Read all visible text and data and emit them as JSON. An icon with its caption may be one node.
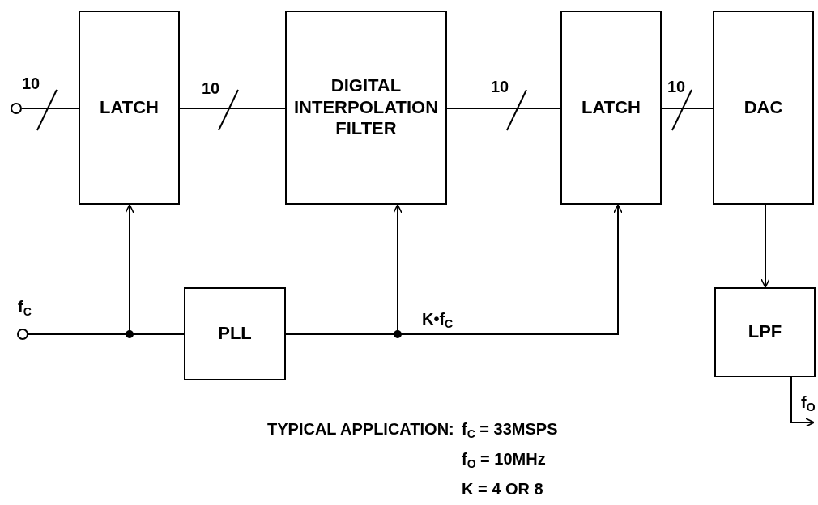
{
  "diagram": {
    "nodes": [
      {
        "text": [],
        "shape": "circle"
      },
      {
        "text": [
          "LATCH"
        ]
      },
      {
        "text": [
          "DIGITAL INTERPOLATION FILTER"
        ]
      },
      {
        "text": [
          "LATCH"
        ]
      },
      {
        "text": [
          "DAC"
        ]
      },
      {
        "text": [],
        "shape": "circle",
        "beside": [
          "f$_{C}$"
        ]
      },
      {
        "text": [
          "PLL"
        ]
      },
      {
        "text": [
          "LPF"
        ]
      }
    ],
    "edges": [
      {
        "from": 0,
        "to": 1,
        "arrow": "none",
        "label": "10"
      },
      {
        "from": 1,
        "to": 2,
        "arrow": "none",
        "label": "10"
      },
      {
        "from": 2,
        "to": 3,
        "arrow": "none",
        "label": "10"
      },
      {
        "from": 3,
        "to": 4,
        "arrow": "none",
        "label": "10"
      },
      {
        "from": 5,
        "to": 1,
        "arrow": "to"
      },
      {
        "from": 5,
        "to": 6,
        "arrow": "none"
      },
      {
        "from": 6,
        "to": 2,
        "arrow": "to"
      },
      {
        "from": 6,
        "to": 3,
        "arrow": "to",
        "label": "K•f$_{C}$"
      },
      {
        "from": 4,
        "to": 7,
        "arrow": "to"
      },
      {
        "from": 7,
        "to": null,
        "arrow": "to",
        "label": "f$_{O}$"
      }
    ],
    "labels": [
      "TYPICAL APPLICATION:",
      "f$_{C}$ = 33MSPS",
      "f$_{O}$ = 10MHz",
      "K = 4 OR 8"
    ]
  }
}
